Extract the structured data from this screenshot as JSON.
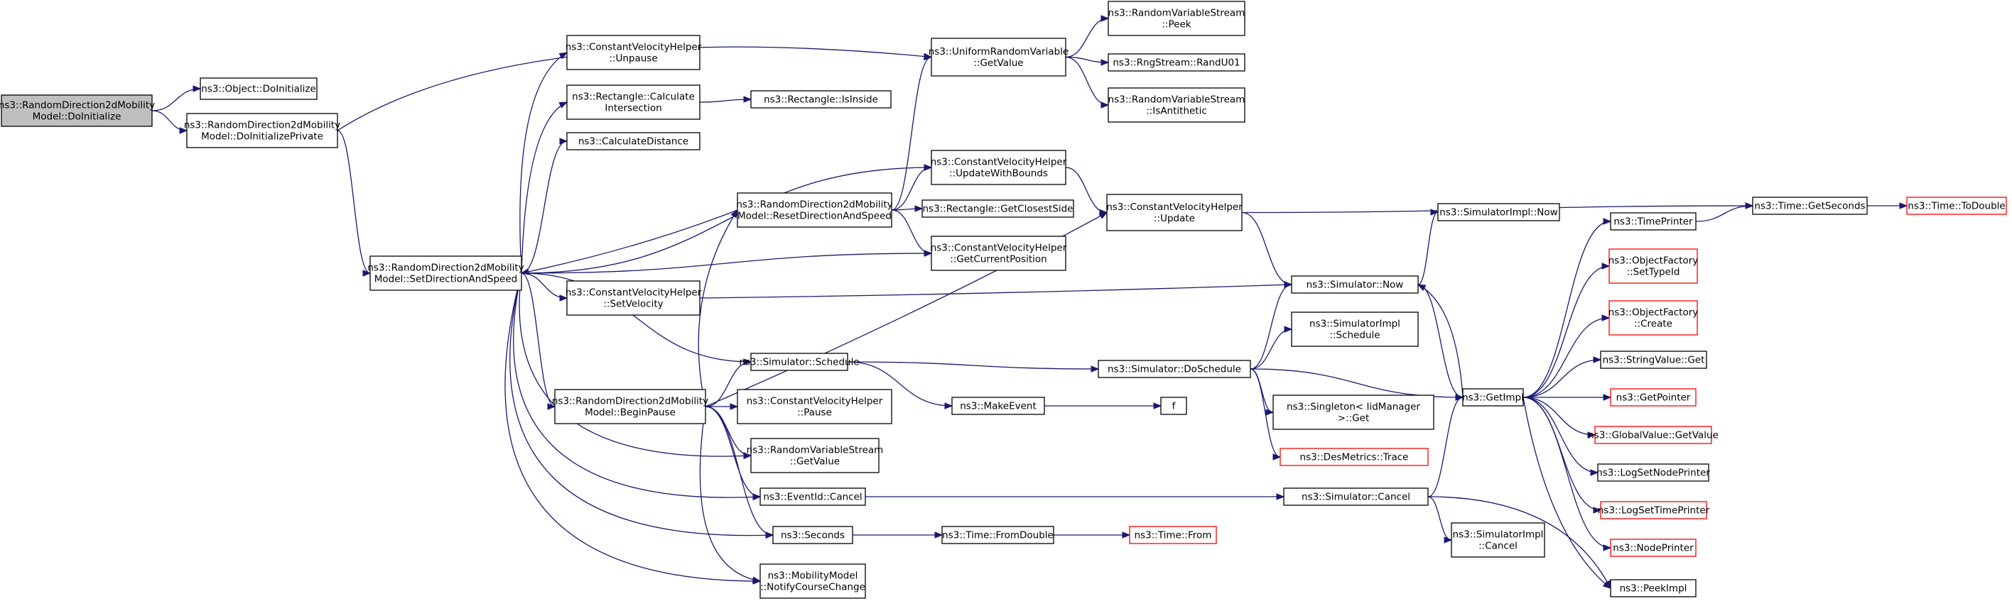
{
  "colors": {
    "edge": "#191970",
    "node_border": "#000000",
    "truncated_border": "#ff0000",
    "focus_fill": "#bfbfbf",
    "node_fill": "#ffffff"
  },
  "nodes": [
    {
      "id": "n0",
      "lines": [
        "ns3::RandomDirection2dMobility",
        "Model::DoInitialize"
      ],
      "style": "focus"
    },
    {
      "id": "n1",
      "lines": [
        "ns3::Object::DoInitialize"
      ]
    },
    {
      "id": "n2",
      "lines": [
        "ns3::RandomDirection2dMobility",
        "Model::DoInitializePrivate"
      ]
    },
    {
      "id": "n3",
      "lines": [
        "ns3::RandomDirection2dMobility",
        "Model::SetDirectionAndSpeed"
      ]
    },
    {
      "id": "n4",
      "lines": [
        "ns3::ConstantVelocityHelper",
        "::Unpause"
      ]
    },
    {
      "id": "n5",
      "lines": [
        "ns3::Rectangle::Calculate",
        "Intersection"
      ]
    },
    {
      "id": "n6",
      "lines": [
        "ns3::Rectangle::IsInside"
      ]
    },
    {
      "id": "n7",
      "lines": [
        "ns3::CalculateDistance"
      ]
    },
    {
      "id": "n8",
      "lines": [
        "ns3::UniformRandomVariable",
        "::GetValue"
      ]
    },
    {
      "id": "n9",
      "lines": [
        "ns3::RandomVariableStream",
        "::Peek"
      ]
    },
    {
      "id": "n10",
      "lines": [
        "ns3::RngStream::RandU01"
      ]
    },
    {
      "id": "n11",
      "lines": [
        "ns3::RandomVariableStream",
        "::IsAntithetic"
      ]
    },
    {
      "id": "n12",
      "lines": [
        "ns3::RandomDirection2dMobility",
        "Model::ResetDirectionAndSpeed"
      ]
    },
    {
      "id": "n13",
      "lines": [
        "ns3::ConstantVelocityHelper",
        "::UpdateWithBounds"
      ]
    },
    {
      "id": "n14",
      "lines": [
        "ns3::Rectangle::GetClosestSide"
      ]
    },
    {
      "id": "n15",
      "lines": [
        "ns3::ConstantVelocityHelper",
        "::GetCurrentPosition"
      ]
    },
    {
      "id": "n16",
      "lines": [
        "ns3::ConstantVelocityHelper",
        "::Update"
      ]
    },
    {
      "id": "n17",
      "lines": [
        "ns3::ConstantVelocityHelper",
        "::SetVelocity"
      ]
    },
    {
      "id": "n18",
      "lines": [
        "ns3::Time::GetSeconds"
      ]
    },
    {
      "id": "n19",
      "lines": [
        "ns3::Time::ToDouble"
      ],
      "style": "truncated"
    },
    {
      "id": "n20",
      "lines": [
        "ns3::TimePrinter"
      ]
    },
    {
      "id": "n21",
      "lines": [
        "ns3::SimulatorImpl::Now"
      ]
    },
    {
      "id": "n22",
      "lines": [
        "ns3::Simulator::Now"
      ]
    },
    {
      "id": "n23",
      "lines": [
        "ns3::SimulatorImpl",
        "::Schedule"
      ]
    },
    {
      "id": "n24",
      "lines": [
        "ns3::Simulator::Schedule"
      ]
    },
    {
      "id": "n25",
      "lines": [
        "ns3::Simulator::DoSchedule"
      ]
    },
    {
      "id": "n26",
      "lines": [
        "ns3::RandomDirection2dMobility",
        "Model::BeginPause"
      ]
    },
    {
      "id": "n27",
      "lines": [
        "ns3::ConstantVelocityHelper",
        "::Pause"
      ]
    },
    {
      "id": "n28",
      "lines": [
        "ns3::MakeEvent"
      ]
    },
    {
      "id": "n29",
      "lines": [
        "f"
      ]
    },
    {
      "id": "n30",
      "lines": [
        "ns3::Singleton< IidManager",
        ">::Get"
      ]
    },
    {
      "id": "n31",
      "lines": [
        "ns3::DesMetrics::Trace"
      ],
      "style": "truncated"
    },
    {
      "id": "n32",
      "lines": [
        "ns3::RandomVariableStream",
        "::GetValue"
      ]
    },
    {
      "id": "n33",
      "lines": [
        "ns3::EventId::Cancel"
      ]
    },
    {
      "id": "n34",
      "lines": [
        "ns3::Simulator::Cancel"
      ]
    },
    {
      "id": "n35",
      "lines": [
        "ns3::Seconds"
      ]
    },
    {
      "id": "n36",
      "lines": [
        "ns3::Time::FromDouble"
      ]
    },
    {
      "id": "n37",
      "lines": [
        "ns3::Time::From"
      ],
      "style": "truncated"
    },
    {
      "id": "n38",
      "lines": [
        "ns3::SimulatorImpl",
        "::Cancel"
      ]
    },
    {
      "id": "n39",
      "lines": [
        "ns3::MobilityModel",
        "::NotifyCourseChange"
      ]
    },
    {
      "id": "n40",
      "lines": [
        "ns3::GetImpl"
      ]
    },
    {
      "id": "n41",
      "lines": [
        "ns3::ObjectFactory",
        "::SetTypeId"
      ],
      "style": "truncated"
    },
    {
      "id": "n42",
      "lines": [
        "ns3::ObjectFactory",
        "::Create"
      ],
      "style": "truncated"
    },
    {
      "id": "n43",
      "lines": [
        "ns3::StringValue::Get"
      ]
    },
    {
      "id": "n44",
      "lines": [
        "ns3::GetPointer"
      ],
      "style": "truncated"
    },
    {
      "id": "n45",
      "lines": [
        "ns3::GlobalValue::GetValue"
      ],
      "style": "truncated"
    },
    {
      "id": "n46",
      "lines": [
        "ns3::LogSetNodePrinter"
      ]
    },
    {
      "id": "n47",
      "lines": [
        "ns3::LogSetTimePrinter"
      ],
      "style": "truncated"
    },
    {
      "id": "n48",
      "lines": [
        "ns3::NodePrinter"
      ],
      "style": "truncated"
    },
    {
      "id": "n49",
      "lines": [
        "ns3::PeekImpl"
      ]
    }
  ],
  "edges": [
    [
      "n0",
      "n1"
    ],
    [
      "n0",
      "n2"
    ],
    [
      "n2",
      "n8"
    ],
    [
      "n2",
      "n3"
    ],
    [
      "n3",
      "n4"
    ],
    [
      "n3",
      "n5"
    ],
    [
      "n3",
      "n7"
    ],
    [
      "n3",
      "n13"
    ],
    [
      "n3",
      "n15"
    ],
    [
      "n3",
      "n17"
    ],
    [
      "n3",
      "n24"
    ],
    [
      "n3",
      "n26"
    ],
    [
      "n3",
      "n32"
    ],
    [
      "n3",
      "n33"
    ],
    [
      "n3",
      "n35"
    ],
    [
      "n3",
      "n39"
    ],
    [
      "n5",
      "n6"
    ],
    [
      "n8",
      "n9"
    ],
    [
      "n8",
      "n10"
    ],
    [
      "n8",
      "n11"
    ],
    [
      "n12",
      "n3"
    ],
    [
      "n12",
      "n8"
    ],
    [
      "n12",
      "n13"
    ],
    [
      "n12",
      "n14"
    ],
    [
      "n12",
      "n15"
    ],
    [
      "n13",
      "n16"
    ],
    [
      "n16",
      "n18"
    ],
    [
      "n16",
      "n22"
    ],
    [
      "n17",
      "n22"
    ],
    [
      "n18",
      "n19"
    ],
    [
      "n20",
      "n18"
    ],
    [
      "n22",
      "n21"
    ],
    [
      "n22",
      "n40"
    ],
    [
      "n24",
      "n25"
    ],
    [
      "n24",
      "n28"
    ],
    [
      "n25",
      "n22"
    ],
    [
      "n25",
      "n23"
    ],
    [
      "n25",
      "n30"
    ],
    [
      "n25",
      "n31"
    ],
    [
      "n25",
      "n40"
    ],
    [
      "n26",
      "n12"
    ],
    [
      "n26",
      "n16"
    ],
    [
      "n26",
      "n24"
    ],
    [
      "n26",
      "n27"
    ],
    [
      "n26",
      "n32"
    ],
    [
      "n26",
      "n33"
    ],
    [
      "n26",
      "n35"
    ],
    [
      "n26",
      "n39"
    ],
    [
      "n28",
      "n29"
    ],
    [
      "n33",
      "n34"
    ],
    [
      "n34",
      "n40"
    ],
    [
      "n34",
      "n38"
    ],
    [
      "n34",
      "n49"
    ],
    [
      "n35",
      "n36"
    ],
    [
      "n36",
      "n37"
    ],
    [
      "n40",
      "n20"
    ],
    [
      "n40",
      "n22"
    ],
    [
      "n40",
      "n41"
    ],
    [
      "n40",
      "n42"
    ],
    [
      "n40",
      "n43"
    ],
    [
      "n40",
      "n44"
    ],
    [
      "n40",
      "n45"
    ],
    [
      "n40",
      "n46"
    ],
    [
      "n40",
      "n47"
    ],
    [
      "n40",
      "n48"
    ],
    [
      "n40",
      "n49"
    ]
  ]
}
